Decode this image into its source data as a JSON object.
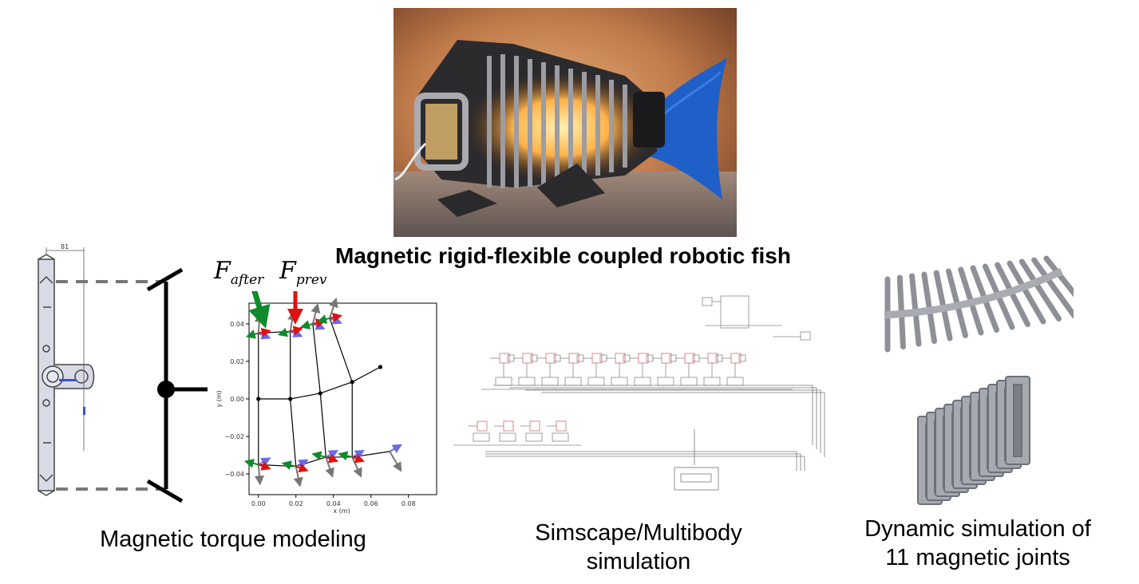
{
  "title": "Magnetic rigid-flexible coupled robotic fish",
  "captions": {
    "torque": "Magnetic torque modeling",
    "simscape_line1": "Simscape/Multibody",
    "simscape_line2": "simulation",
    "dynamic_line1": "Dynamic simulation of",
    "dynamic_line2": "11 magnetic joints"
  },
  "forces": {
    "after_base": "F",
    "after_sub": "after",
    "prev_base": "F",
    "prev_sub": "prev"
  },
  "part_dimension_label": "81",
  "chart_data": {
    "type": "line",
    "xlabel": "x (m)",
    "ylabel": "y (m)",
    "xlim": [
      -0.005,
      0.095
    ],
    "ylim": [
      -0.051,
      0.051
    ],
    "xticks": [
      "0.00",
      "0.02",
      "0.04",
      "0.06",
      "0.08"
    ],
    "yticks": [
      "0.04",
      "0.02",
      "0.00",
      "−0.02",
      "−0.04"
    ],
    "xtick_values": [
      0.0,
      0.02,
      0.04,
      0.06,
      0.08
    ],
    "ytick_values": [
      0.04,
      0.02,
      0.0,
      -0.02,
      -0.04
    ],
    "center_chain": [
      [
        0.0,
        0.0
      ],
      [
        0.017,
        0.0
      ],
      [
        0.033,
        0.003
      ],
      [
        0.05,
        0.009
      ],
      [
        0.065,
        0.017
      ]
    ],
    "upper_chain": [
      [
        0.0,
        0.035
      ],
      [
        0.017,
        0.036
      ],
      [
        0.029,
        0.04
      ],
      [
        0.038,
        0.043
      ]
    ],
    "lower_chain": [
      [
        0.0,
        -0.035
      ],
      [
        0.02,
        -0.036
      ],
      [
        0.036,
        -0.031
      ],
      [
        0.05,
        -0.031
      ],
      [
        0.07,
        -0.028
      ]
    ],
    "colors": {
      "link": "#000000",
      "grey_arrow": "#777777",
      "blue_arrow": "#6a6ae6",
      "green_arrow": "#108a2a",
      "red_arrow": "#e01010"
    }
  }
}
